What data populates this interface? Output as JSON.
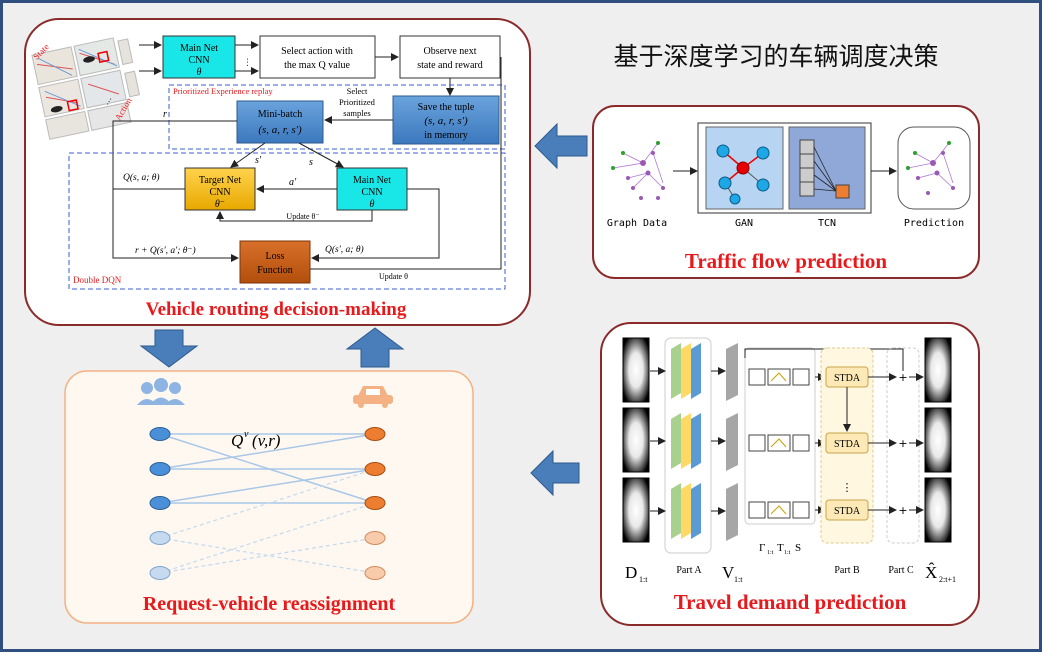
{
  "title": "基于深度学习的车辆调度决策",
  "panels": {
    "routing": {
      "caption": "Vehicle routing decision-making",
      "state": "State",
      "action": "Action",
      "dots": "...",
      "main_net": [
        "Main Net",
        "CNN",
        "θ"
      ],
      "select_action": [
        "Select action with",
        "the max Q value"
      ],
      "observe": [
        "Observe next",
        "state and reward"
      ],
      "per": "Prioritized Experience replay",
      "select_samples": [
        "Select",
        "Prioritized",
        "samples"
      ],
      "save_tuple": [
        "Save the tuple",
        "(s, a, r, s′)",
        "in memory"
      ],
      "mini_batch": [
        "Mini-batch",
        "(s, a, r, s′)"
      ],
      "r": "r",
      "s_prime": "s′",
      "s": "s",
      "q_target": "Q(s, a; θ)",
      "target_net": [
        "Target Net",
        "CNN",
        "θ⁻"
      ],
      "a_prime": "a′",
      "main_net2": [
        "Main Net",
        "CNN",
        "θ"
      ],
      "update_minus": "Update θ⁻",
      "r_plus": "r + Q(s′, a′; θ⁻)",
      "loss": [
        "Loss",
        "Function"
      ],
      "q_main": "Q(s′, a; θ)",
      "update_theta": "Update θ",
      "double_dqn": "Double DQN"
    },
    "traffic": {
      "caption": "Traffic flow prediction",
      "graph_data": "Graph Data",
      "gan": "GAN",
      "tcn": "TCN",
      "prediction": "Prediction"
    },
    "demand": {
      "caption": "Travel demand prediction",
      "stda": "STDA",
      "d_label": "D",
      "d_sub": "1:t",
      "part_a": "Part A",
      "v_label": "V",
      "v_sub": "1:t",
      "gamma": "Γ",
      "gamma_sub": "1:t",
      "t_label": "T",
      "t_sub": "1:t",
      "s_label": "S",
      "part_b": "Part B",
      "part_c": "Part C",
      "x_label": "X̂",
      "x_sub": "2:t+1",
      "dots": "⋮"
    },
    "reassign": {
      "caption": "Request-vehicle reassignment",
      "q_label": "Q",
      "q_sup": "v",
      "q_args": "(v,r)"
    }
  },
  "colors": {
    "caption_red": "#e8191c",
    "main_net_cyan": "#19e6e6",
    "target_net_yellow": "#f5b800",
    "blue_box": "#4a8ad0",
    "loss_orange": "#c55a11",
    "arrow_blue": "#4a7ebb",
    "panel_border": "#8b2a2a",
    "request_blue": "#4a90d9",
    "vehicle_orange": "#ed7d31"
  },
  "icons": [
    "users-icon",
    "car-icon",
    "arrow-left-icon",
    "arrow-down-icon",
    "arrow-up-icon"
  ]
}
